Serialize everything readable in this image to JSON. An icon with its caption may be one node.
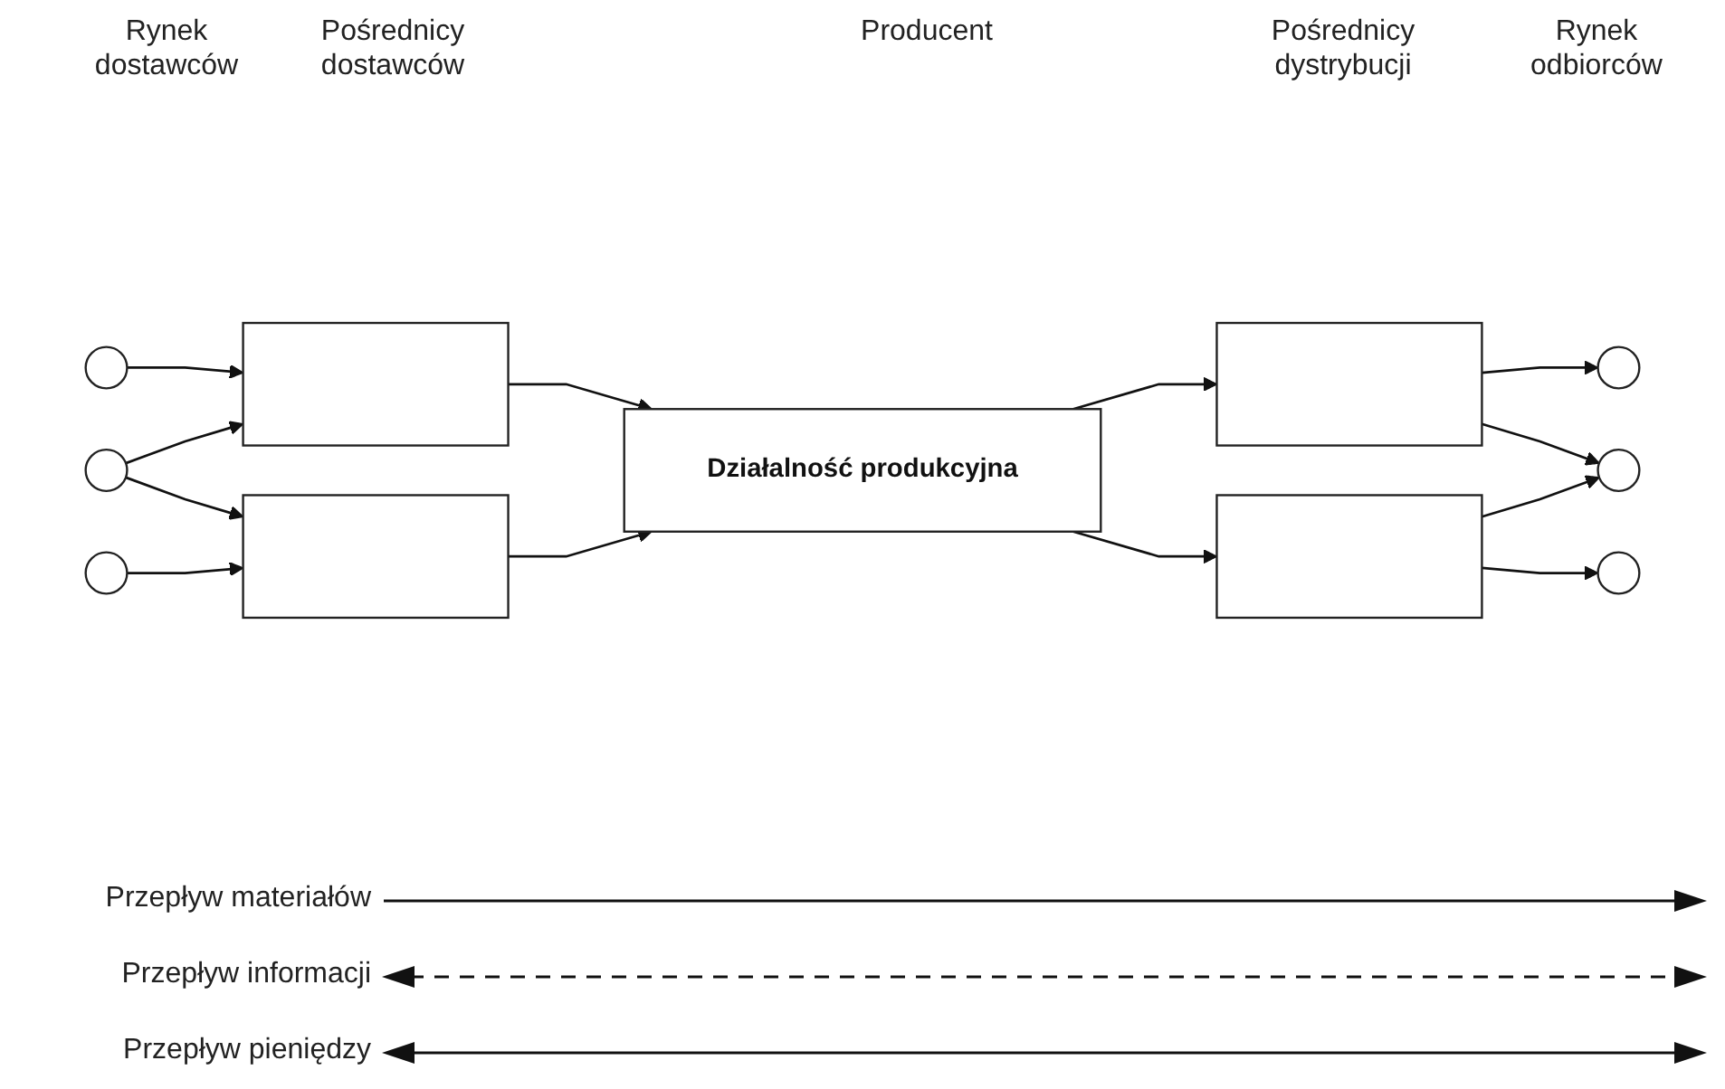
{
  "diagram": {
    "nodes": [
      {
        "text": [],
        "shape": "circle"
      },
      {
        "text": [],
        "shape": "circle"
      },
      {
        "text": [],
        "shape": "circle"
      },
      {
        "text": [],
        "shape": "box"
      },
      {
        "text": [],
        "shape": "box"
      },
      {
        "text": [
          "Działalność produkcyjna"
        ]
      },
      {
        "text": [],
        "shape": "box"
      },
      {
        "text": [],
        "shape": "box"
      },
      {
        "text": [],
        "shape": "circle"
      },
      {
        "text": [],
        "shape": "circle"
      },
      {
        "text": [],
        "shape": "circle"
      }
    ],
    "edges": [
      {
        "from": 0,
        "to": 3,
        "arrow": "to"
      },
      {
        "from": 1,
        "to": 3,
        "arrow": "to"
      },
      {
        "from": 1,
        "to": 4,
        "arrow": "to"
      },
      {
        "from": 2,
        "to": 4,
        "arrow": "to"
      },
      {
        "from": 3,
        "to": 5,
        "arrow": "to"
      },
      {
        "from": 4,
        "to": 5,
        "arrow": "to"
      },
      {
        "from": 5,
        "to": 6,
        "arrow": "to"
      },
      {
        "from": 5,
        "to": 7,
        "arrow": "to"
      },
      {
        "from": 6,
        "to": 8,
        "arrow": "to"
      },
      {
        "from": 6,
        "to": 9,
        "arrow": "to"
      },
      {
        "from": 7,
        "to": 9,
        "arrow": "to"
      },
      {
        "from": 7,
        "to": 10,
        "arrow": "to"
      }
    ],
    "labels": [
      "Rynek dostawców",
      "Pośrednicy dostawców",
      "Producent",
      "Pośrednicy dystrybucji",
      "Rynek odbiorców"
    ],
    "legend": [
      {
        "text": "Przepływ materiałów"
      },
      {
        "text": "Przepływ informacji"
      },
      {
        "text": "Przepływ pieniędzy"
      }
    ]
  }
}
